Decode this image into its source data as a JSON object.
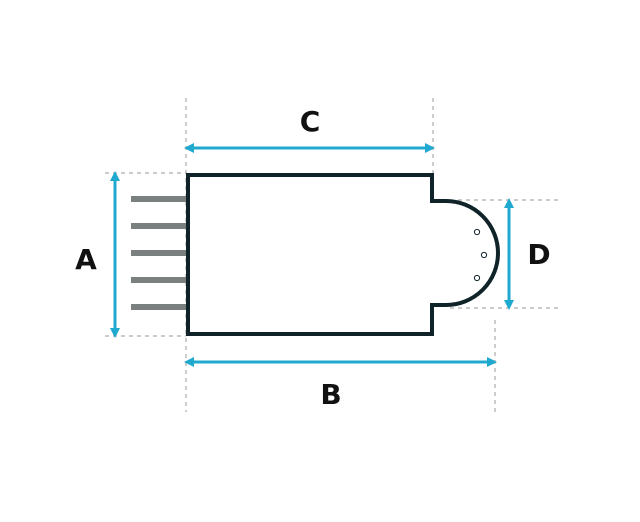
{
  "dimensions": {
    "a": "A",
    "b": "B",
    "c": "C",
    "d": "D"
  },
  "colors": {
    "accent": "#1fa9cf",
    "outline": "#0f2329",
    "pins": "#7a7f80",
    "guide": "#9a9a9a",
    "label": "#111111"
  },
  "pins": {
    "count": 5
  },
  "leds": {
    "count": 3
  }
}
